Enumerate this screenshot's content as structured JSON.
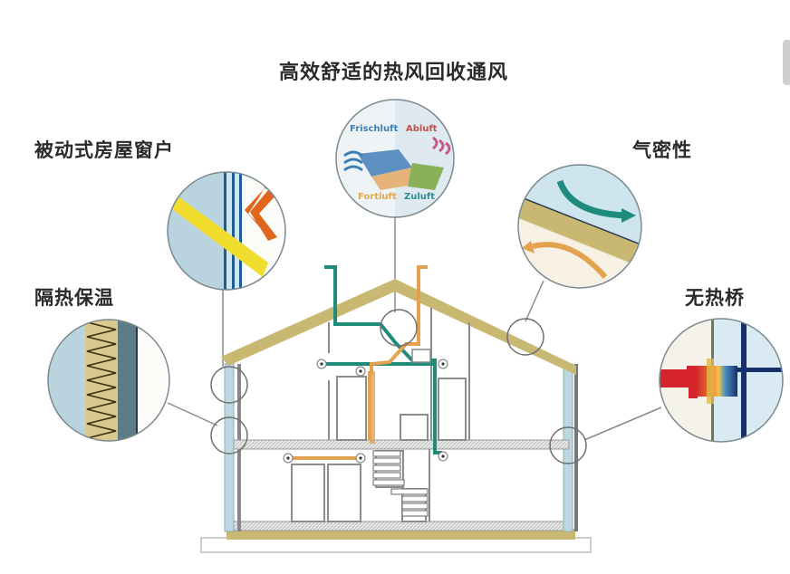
{
  "title": "高效舒适的热风回收通风",
  "labels": {
    "window": "被动式房屋窗户",
    "insulation": "隔热保温",
    "airtight": "气密性",
    "thermal_bridge": "无热桥"
  },
  "ventilation_inset": {
    "fresh_air": "Frischluft",
    "exhaust_air": "Abluft",
    "outgoing_air": "Fortluft",
    "supply_air": "Zuluft"
  },
  "colors": {
    "fresh_air": "#3a7fb5",
    "exhaust_air": "#c0504d",
    "outgoing_air": "#e3a64a",
    "supply_air": "#2f8f8a",
    "duct_supply": "#1e8c78",
    "duct_exhaust": "#e3a24f",
    "roof": "#c9b872",
    "glass": "#bcd9e3",
    "heat_red": "#d4232b",
    "cold_navy": "#15306b"
  }
}
